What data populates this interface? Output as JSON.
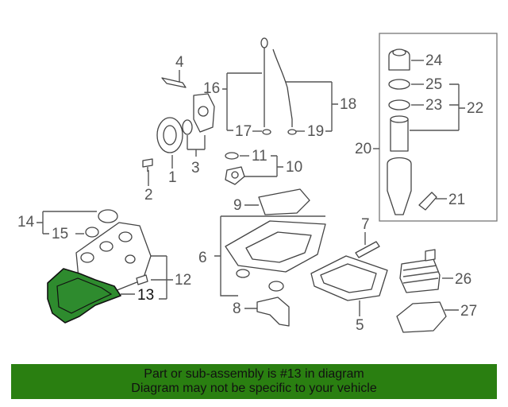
{
  "diagram": {
    "callouts": [
      {
        "id": "label-1",
        "text": "1"
      },
      {
        "id": "label-2",
        "text": "2"
      },
      {
        "id": "label-3",
        "text": "3"
      },
      {
        "id": "label-4",
        "text": "4"
      },
      {
        "id": "label-5",
        "text": "5"
      },
      {
        "id": "label-6",
        "text": "6"
      },
      {
        "id": "label-7",
        "text": "7"
      },
      {
        "id": "label-8",
        "text": "8"
      },
      {
        "id": "label-9",
        "text": "9"
      },
      {
        "id": "label-10",
        "text": "10"
      },
      {
        "id": "label-11",
        "text": "11"
      },
      {
        "id": "label-12",
        "text": "12"
      },
      {
        "id": "label-13",
        "text": "13"
      },
      {
        "id": "label-14",
        "text": "14"
      },
      {
        "id": "label-15",
        "text": "15"
      },
      {
        "id": "label-16",
        "text": "16"
      },
      {
        "id": "label-17",
        "text": "17"
      },
      {
        "id": "label-18",
        "text": "18"
      },
      {
        "id": "label-19",
        "text": "19"
      },
      {
        "id": "label-20",
        "text": "20"
      },
      {
        "id": "label-21",
        "text": "21"
      },
      {
        "id": "label-22",
        "text": "22"
      },
      {
        "id": "label-23",
        "text": "23"
      },
      {
        "id": "label-24",
        "text": "24"
      },
      {
        "id": "label-25",
        "text": "25"
      },
      {
        "id": "label-26",
        "text": "26"
      },
      {
        "id": "label-27",
        "text": "27"
      }
    ],
    "highlighted_part": "13",
    "highlight_color": "#2e8b2e"
  },
  "footer": {
    "line1": "Part or sub-assembly is #13 in diagram",
    "line2": "Diagram may not be specific to your vehicle",
    "background": "#2a7f11"
  }
}
